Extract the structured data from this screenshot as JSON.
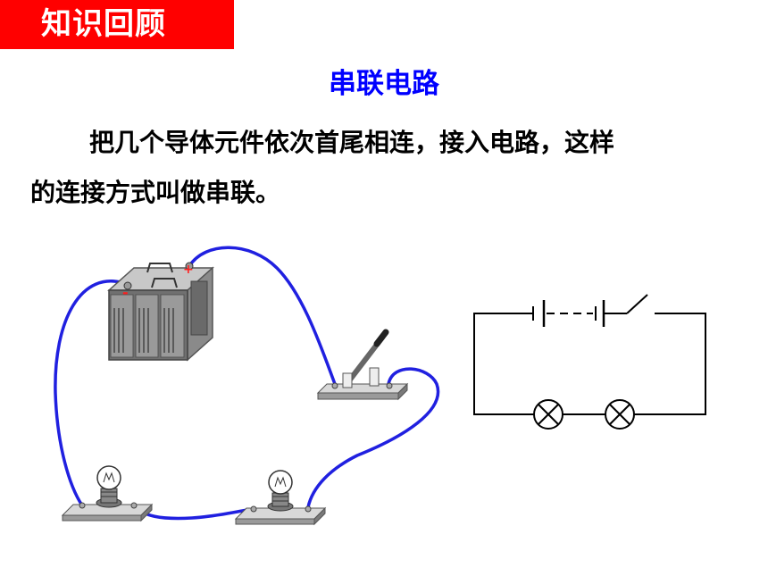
{
  "banner": {
    "label": "知识回顾",
    "color": "#ff0000"
  },
  "title": "串联电路",
  "paragraph": {
    "line1": "把几个导体元件依次首尾相连，接入电路，这样",
    "line2": "的连接方式叫做串联。"
  },
  "battery_terminals": {
    "positive": "+",
    "negative": "-"
  },
  "colors": {
    "title": "#0000ff",
    "wire": "#2020e0",
    "text": "#000000"
  }
}
